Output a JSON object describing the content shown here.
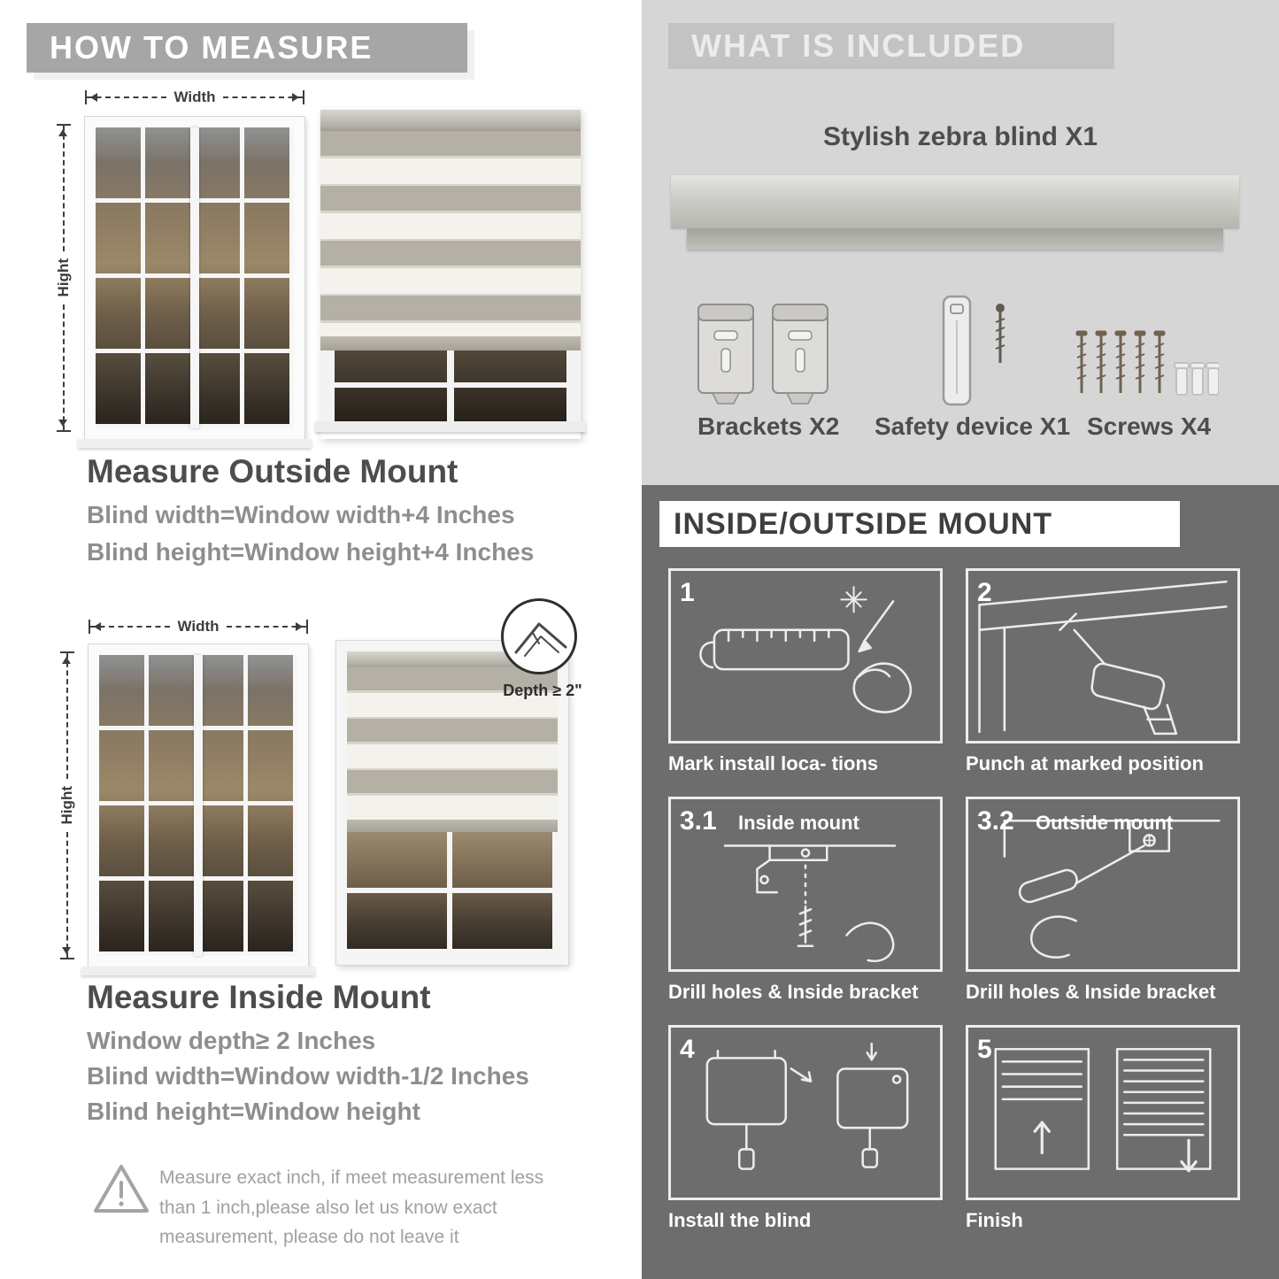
{
  "colors": {
    "banner_gray": "#a6a6a6",
    "included_bg": "#d6d6d6",
    "included_banner": "#c3c3c3",
    "mount_bg": "#6d6d6d",
    "heading_text": "#4d4d4d",
    "body_text": "#8e8e8e",
    "stripe_solid": "#b5b0a5",
    "stripe_sheer": "#f4f2ec"
  },
  "left": {
    "header": "HOW TO MEASURE",
    "outside": {
      "width_label": "Width",
      "height_label": "Hight",
      "title": "Measure Outside Mount",
      "line1": "Blind width=Window width+4 Inches",
      "line2": "Blind height=Window height+4 Inches"
    },
    "inside": {
      "width_label": "Width",
      "height_label": "Hight",
      "depth_label": "Depth ≥ 2\"",
      "title": "Measure Inside Mount",
      "line1": "Window depth≥ 2 Inches",
      "line2": "Blind width=Window width-1/2 Inches",
      "line3": "Blind height=Window height"
    },
    "warning": "Measure exact inch, if meet measurement less\nthan 1 inch,please also let us know exact\nmeasurement, please do not leave it"
  },
  "right": {
    "included": {
      "header": "WHAT IS INCLUDED",
      "product": "Stylish zebra blind X1",
      "items": [
        {
          "label": "Brackets X2"
        },
        {
          "label": "Safety device X1"
        },
        {
          "label": "Screws X4"
        }
      ]
    },
    "mount": {
      "header": "INSIDE/OUTSIDE MOUNT",
      "steps": [
        {
          "num": "1",
          "caption": "Mark install loca- tions"
        },
        {
          "num": "2",
          "caption": "Punch at  marked position"
        },
        {
          "num": "3.1",
          "inner_label": "Inside mount",
          "caption": "Drill holes &  Inside bracket"
        },
        {
          "num": "3.2",
          "inner_label": "Outside mount",
          "caption": "Drill holes &  Inside bracket"
        },
        {
          "num": "4",
          "caption": "Install the blind"
        },
        {
          "num": "5",
          "caption": "Finish"
        }
      ]
    }
  }
}
